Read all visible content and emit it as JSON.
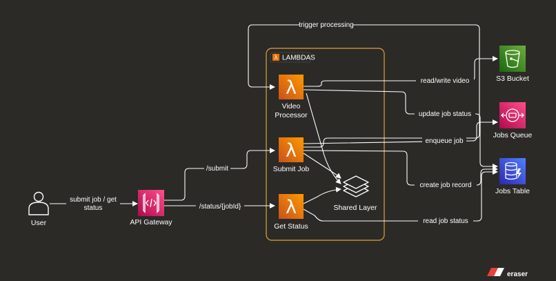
{
  "group": {
    "label": "LAMBDAS"
  },
  "nodes": {
    "user": {
      "label": "User"
    },
    "api_gateway": {
      "label": "API Gateway"
    },
    "video_processor": {
      "label_line1": "Video",
      "label_line2": "Processor"
    },
    "submit_job": {
      "label": "Submit Job"
    },
    "get_status": {
      "label": "Get Status"
    },
    "shared_layer": {
      "label": "Shared Layer"
    },
    "s3_bucket": {
      "label": "S3 Bucket"
    },
    "jobs_queue": {
      "label": "Jobs Queue"
    },
    "jobs_table": {
      "label": "Jobs Table"
    }
  },
  "edges": {
    "user_api_line1": "submit job / get",
    "user_api_line2": "status",
    "submit": "/submit",
    "status": "/status/{jobId}",
    "trigger": "trigger processing",
    "read_write": "read/write video",
    "update_status": "update job status",
    "enqueue": "enqueue job",
    "create_record": "create job record",
    "read_status": "read job status"
  },
  "brand": {
    "name": "eraser"
  },
  "colors": {
    "background": "#2b2a27",
    "lambda_orange": "#ed7100",
    "group_border": "#e0a23c",
    "s3_green": "#3f8624",
    "sqs_pink": "#e7157b",
    "dynamodb_blue": "#3b48cc",
    "api_gateway_pink": "#e7157b",
    "eraser_red": "#e8413c"
  }
}
